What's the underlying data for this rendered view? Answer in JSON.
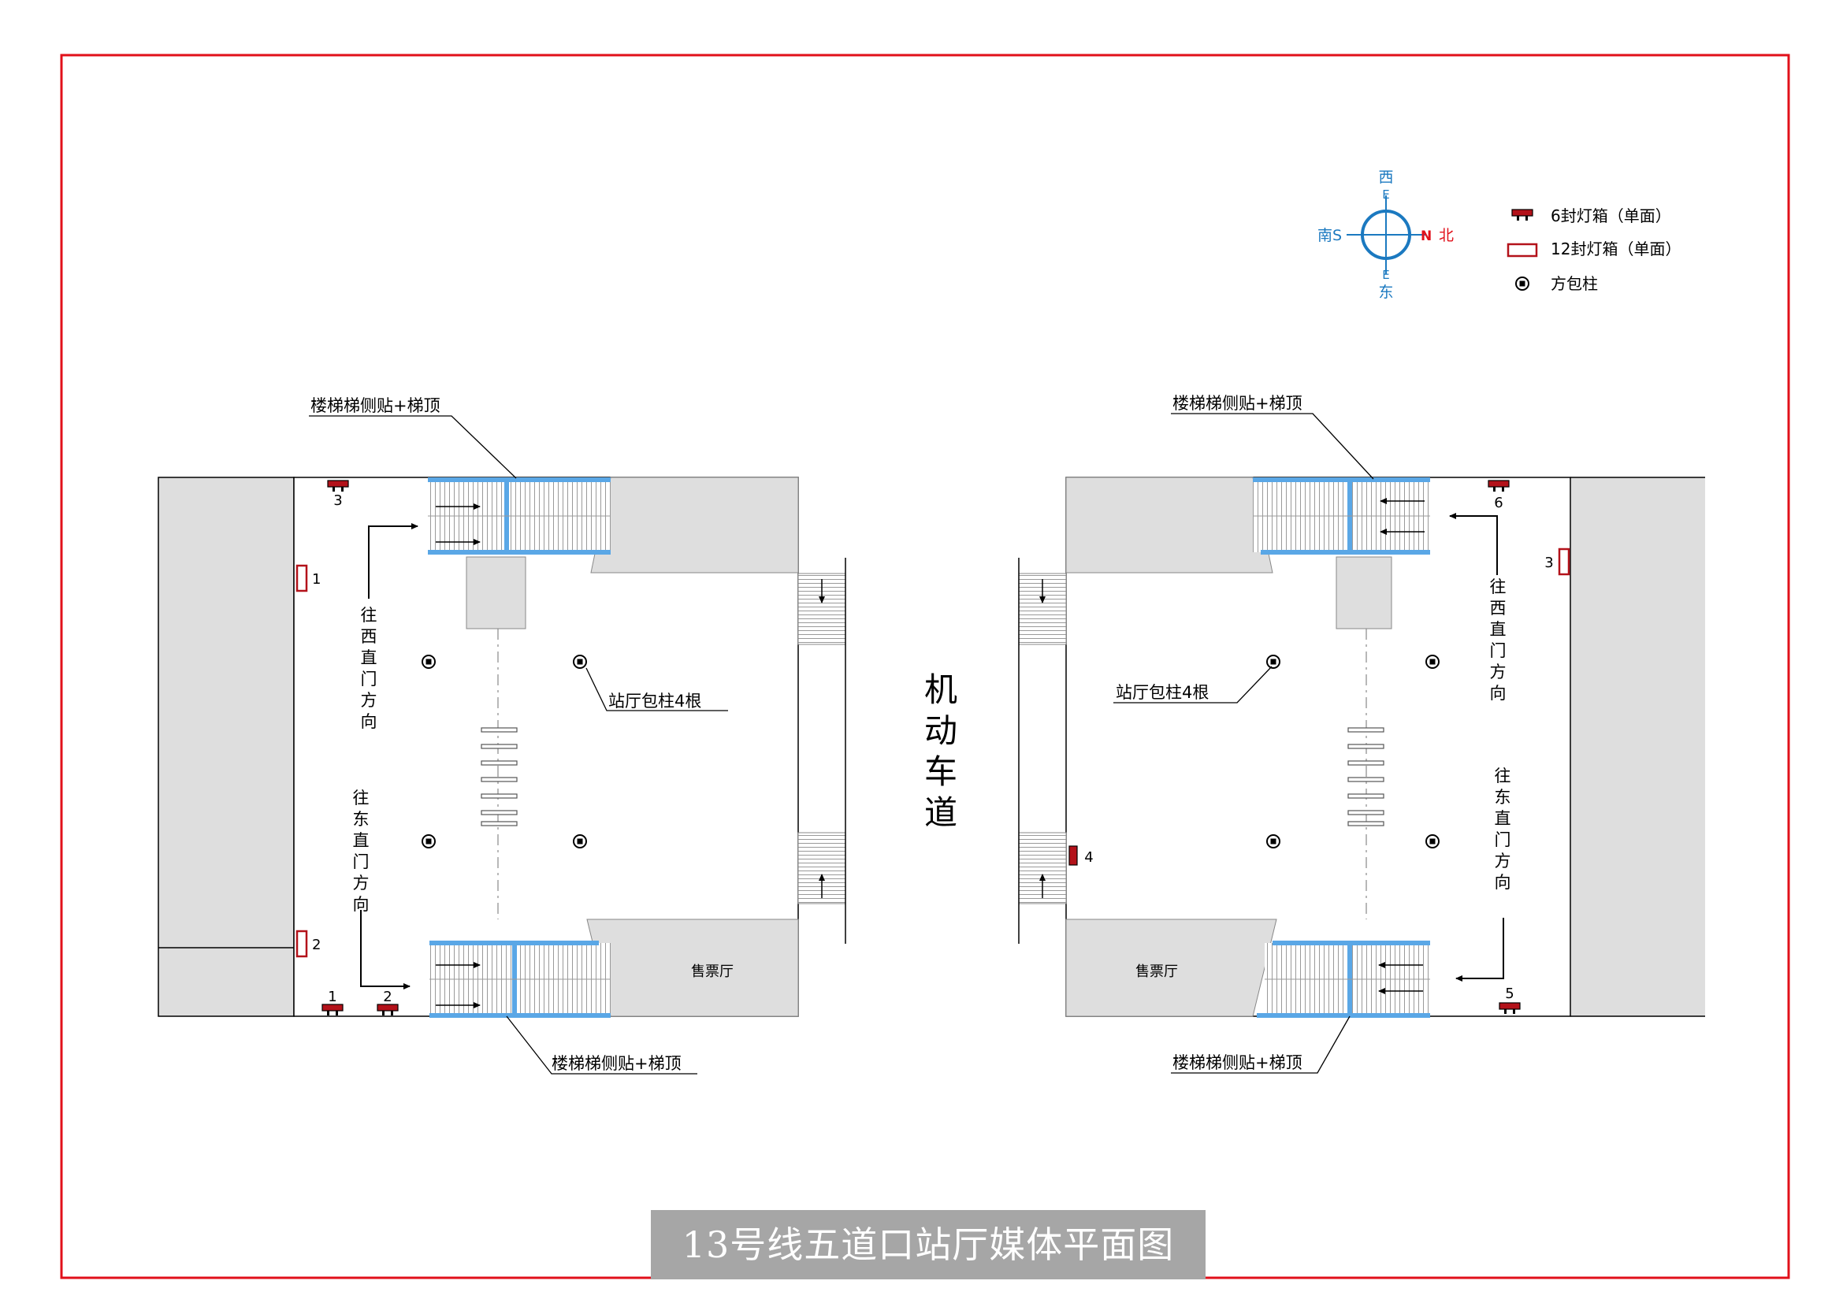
{
  "title": "13号线五道口站厅媒体平面图",
  "road_label": "机动车道",
  "compass": {
    "west": "西",
    "west_letter": "E",
    "east": "东",
    "east_letter": "E",
    "south": "南S",
    "north_letter": "N",
    "north": "北"
  },
  "legend": {
    "items": [
      {
        "symbol": "6-lightbox-icon",
        "label": "6封灯箱（单面）"
      },
      {
        "symbol": "12-lightbox-icon",
        "label": "12封灯箱（单面）"
      },
      {
        "symbol": "square-column-icon",
        "label": "方包柱"
      }
    ]
  },
  "left_hall": {
    "stair_label_top": "楼梯梯侧贴+梯顶",
    "stair_label_bottom": "楼梯梯侧贴+梯顶",
    "column_label": "站厅包柱4根",
    "ticket_hall": "售票厅",
    "direction_west": "往西直门方向",
    "direction_east": "往东直门方向",
    "markers": [
      "1",
      "2",
      "1",
      "2",
      "3"
    ]
  },
  "right_hall": {
    "stair_label_top": "楼梯梯侧贴+梯顶",
    "stair_label_bottom": "楼梯梯侧贴+梯顶",
    "column_label": "站厅包柱4根",
    "ticket_hall": "售票厅",
    "direction_west": "往西直门方向",
    "direction_east": "往东直门方向",
    "markers": [
      "6",
      "3",
      "4",
      "5"
    ]
  },
  "colors": {
    "border": "#e1101a",
    "stair_blue": "#5aa7e6",
    "compass_blue": "#1b79c0",
    "lightbox_red": "#b3121a",
    "wall_grey": "#dedede",
    "title_bg": "#a6a6a6"
  }
}
